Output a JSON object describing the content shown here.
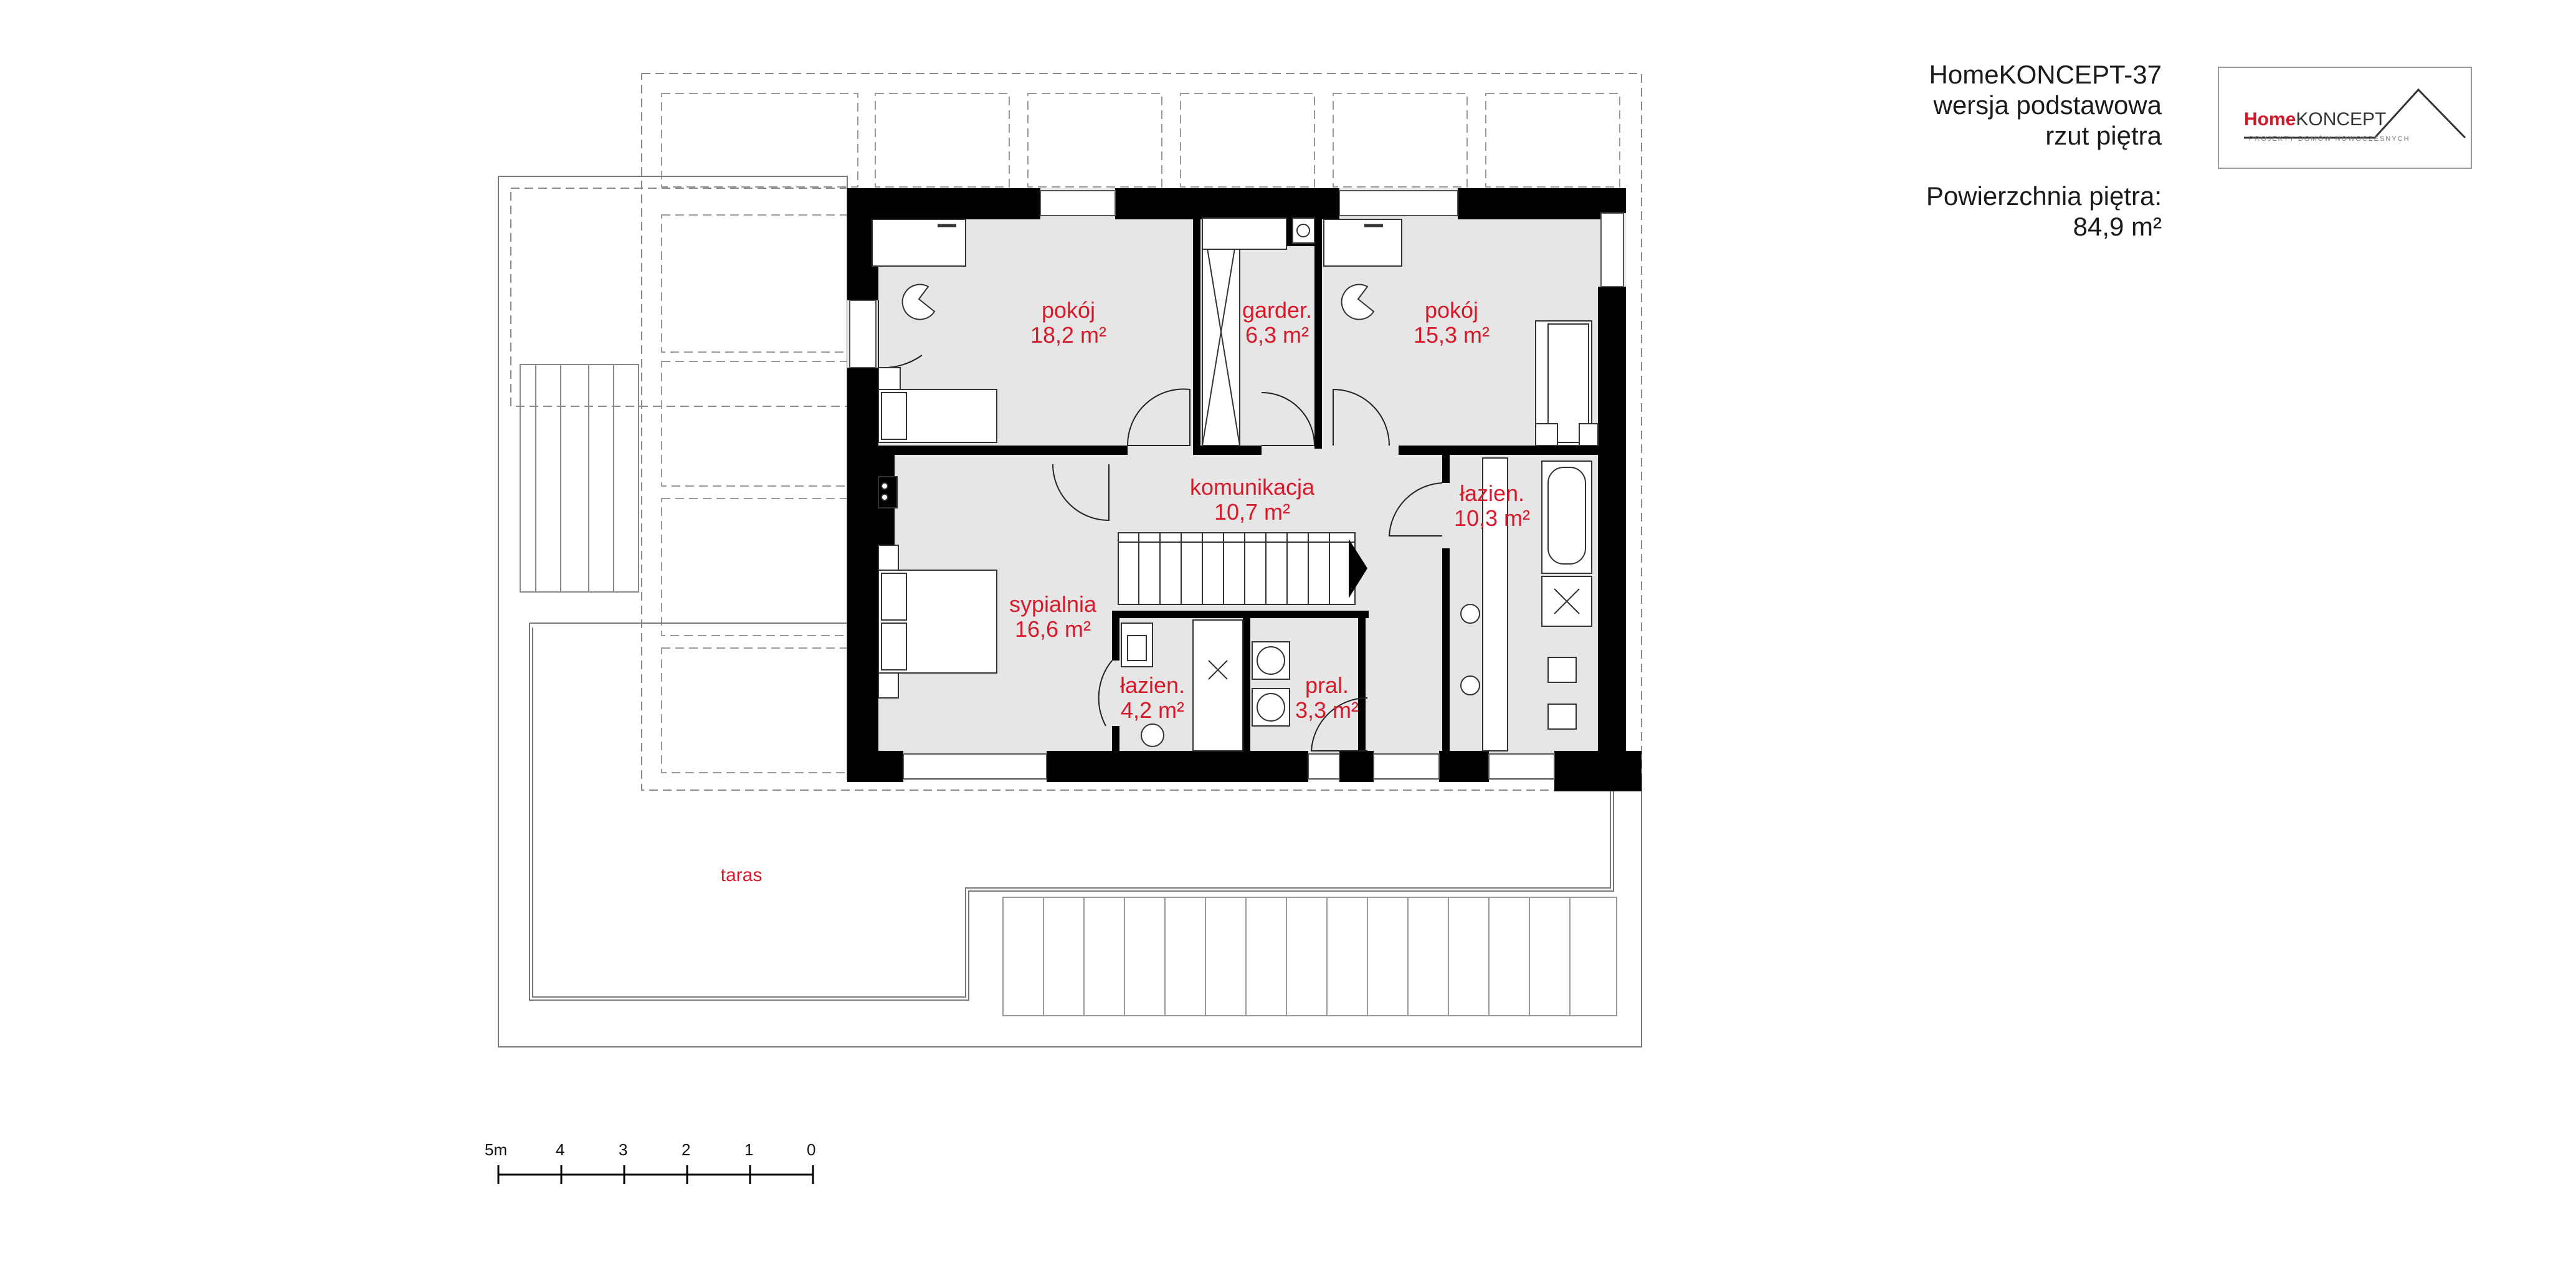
{
  "header": {
    "project": "HomeKONCEPT-37",
    "variant": "wersja podstawowa",
    "view": "rzut piętra",
    "area_label": "Powierzchnia piętra:",
    "area_value": "84,9 m²"
  },
  "logo": {
    "brand_red": "Home",
    "brand_dark": "KONCEPT",
    "tagline": "PROJEKTY DOMÓW NOWOCZESNYCH"
  },
  "rooms": [
    {
      "name": "pokój",
      "area": "18,2 m²"
    },
    {
      "name": "garder.",
      "area": "6,3 m²"
    },
    {
      "name": "pokój",
      "area": "15,3 m²"
    },
    {
      "name": "komunikacja",
      "area": "10,7 m²"
    },
    {
      "name": "łazien.",
      "area": "10,3 m²"
    },
    {
      "name": "sypialnia",
      "area": "16,6 m²"
    },
    {
      "name": "łazien.",
      "area": "4,2 m²"
    },
    {
      "name": "pral.",
      "area": "3,3 m²"
    }
  ],
  "terrace": "taras",
  "scale_bar": {
    "ticks": [
      "0",
      "1",
      "2",
      "3",
      "4",
      "5m"
    ]
  },
  "colors": {
    "label_red": "#d7192a",
    "wall": "#000000",
    "floor": "#e6e6e6"
  }
}
